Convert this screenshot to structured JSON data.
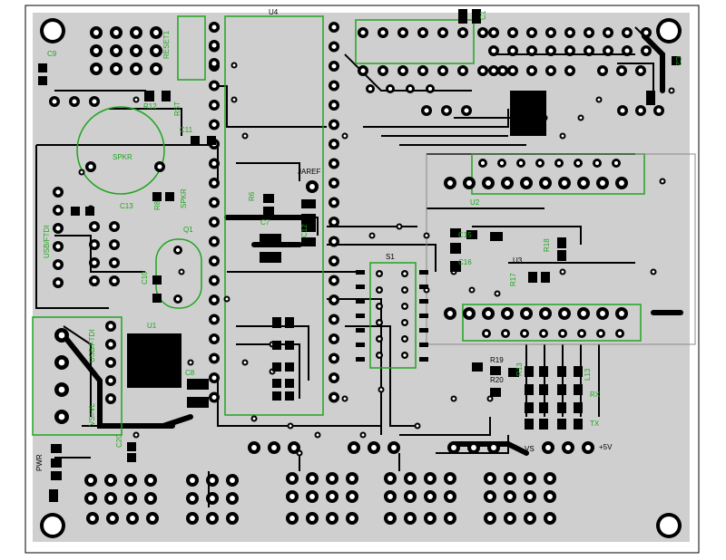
{
  "board": {
    "colors": {
      "background": "#ffffff",
      "ground_plane": "#cfcfcf",
      "trace": "#000000",
      "pad": "#000000",
      "silkscreen": "#1fa51f",
      "hole": "#ffffff"
    }
  },
  "labels": {
    "u4": "U4",
    "c1": "C1",
    "c2": "C2",
    "c9": "C9",
    "reset1": "RESET1",
    "r12": "R12",
    "rst": "RST",
    "c11": "C11",
    "spkr": "SPKR",
    "spkr2": "SPKR",
    "r8": "R8",
    "r6": "R6",
    "jaref": "JAREF",
    "c7": "C7",
    "c12": "C12",
    "c13": "C13",
    "c10": "C10",
    "q1": "Q1",
    "s1": "S1",
    "u3": "U3",
    "c15": "C15",
    "c16": "C16",
    "r17": "R17",
    "r18": "R18",
    "u1": "U1",
    "c8": "C8",
    "usb_ftdi": "USB/FTDI",
    "usb_ftdi2": "USB/FTDI",
    "vl": "VS=VL",
    "r19": "R19",
    "r20": "R20",
    "r13": "R13",
    "rx": "RX",
    "tx": "TX",
    "l13": "L13",
    "vs": "VS",
    "plus5v": "+5V",
    "pwr": "PWR",
    "c20": "C20",
    "u2": "U2"
  }
}
